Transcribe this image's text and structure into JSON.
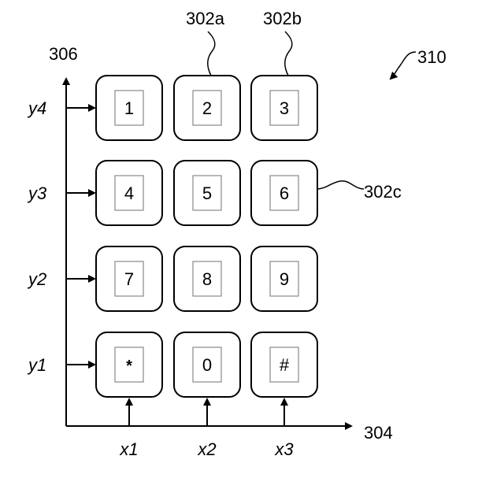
{
  "references": {
    "y_axis": "306",
    "x_axis": "304",
    "key_a": "302a",
    "key_b": "302b",
    "key_c": "302c",
    "keypad": "310"
  },
  "y_labels": [
    "y4",
    "y3",
    "y2",
    "y1"
  ],
  "x_labels": [
    "x1",
    "x2",
    "x3"
  ],
  "keys": [
    [
      "1",
      "2",
      "3"
    ],
    [
      "4",
      "5",
      "6"
    ],
    [
      "7",
      "8",
      "9"
    ],
    [
      "*",
      "0",
      "#"
    ]
  ]
}
